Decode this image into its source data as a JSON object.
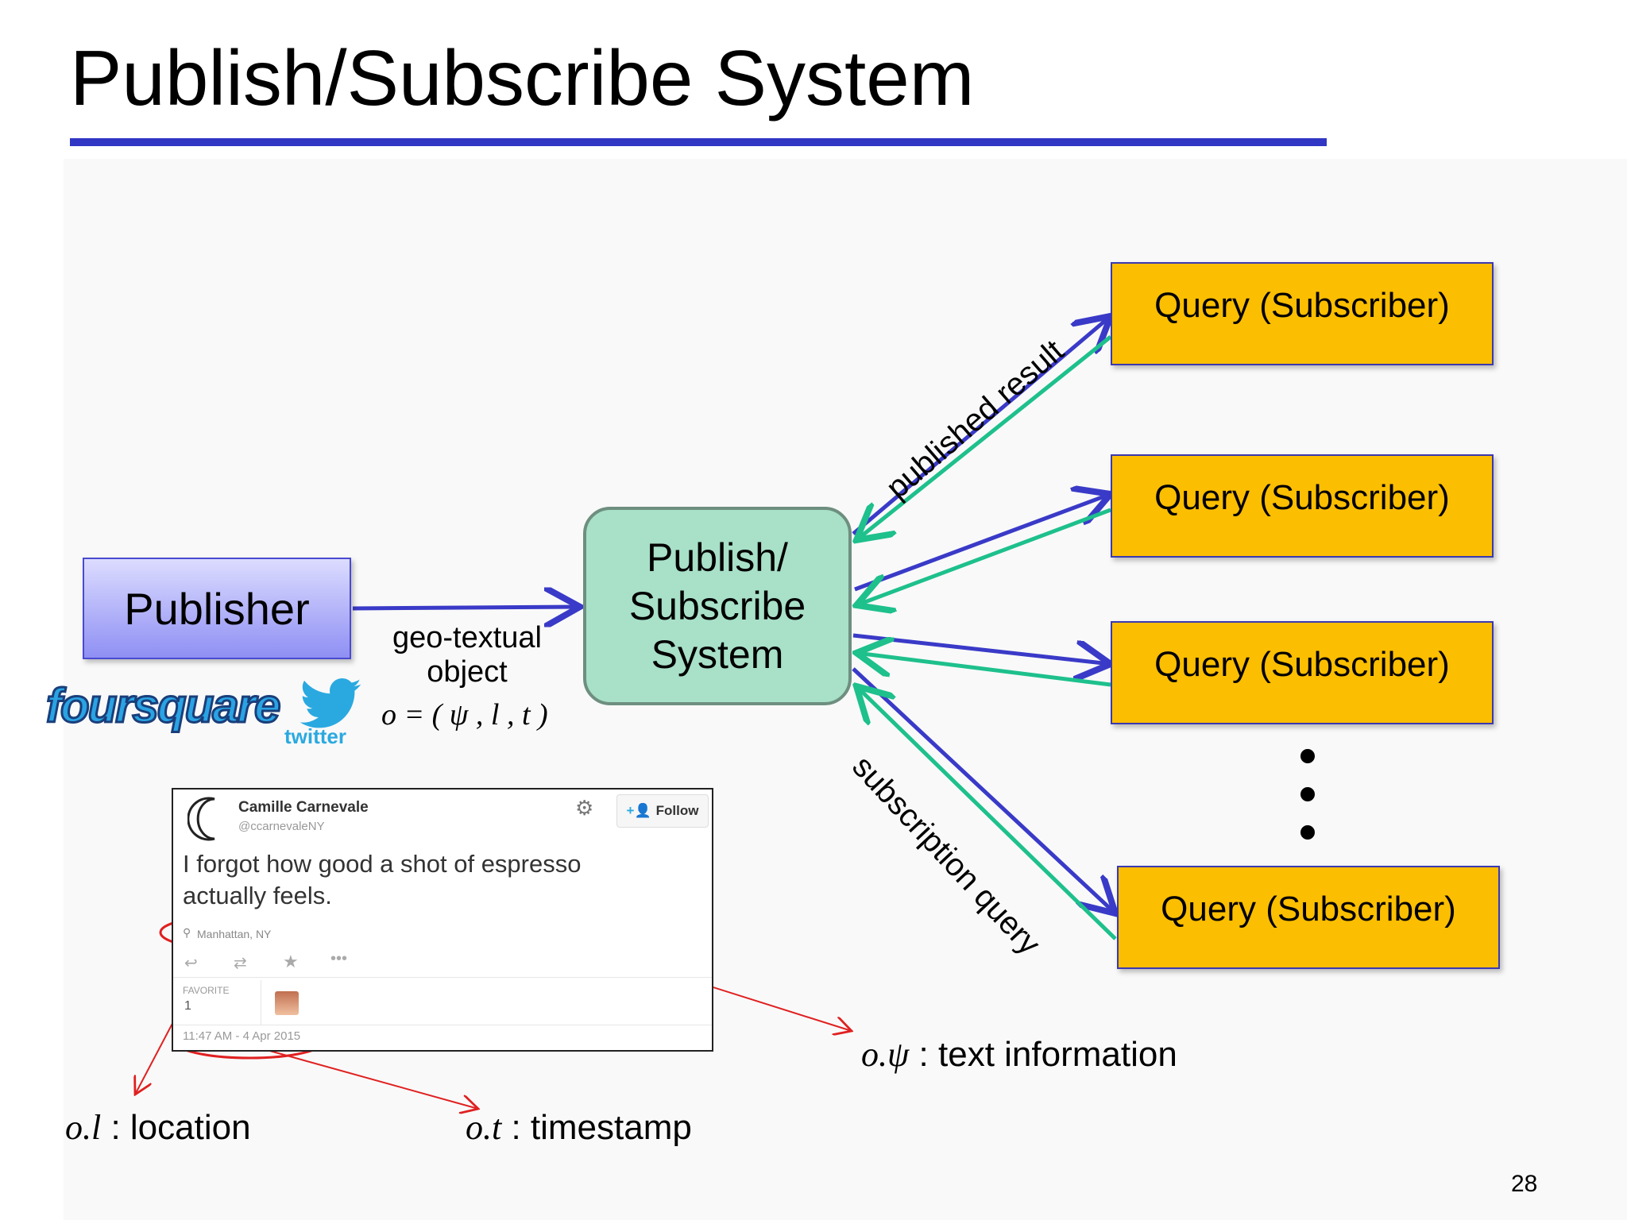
{
  "slide": {
    "title": "Publish/Subscribe System",
    "page_number": "28"
  },
  "nodes": {
    "publisher": "Publisher",
    "pubsub_line1": "Publish/",
    "pubsub_line2": "Subscribe",
    "pubsub_line3": "System",
    "subscribers": [
      "Query (Subscriber)",
      "Query (Subscriber)",
      "Query (Subscriber)",
      "Query (Subscriber)"
    ],
    "ellipsis": "•\n•\n•"
  },
  "edges": {
    "geo_line1": "geo-textual",
    "geo_line2": "object",
    "geo_formula": "o = ( ψ , l , t )",
    "published_result": "published result",
    "subscription_query": "subscription query"
  },
  "logos": {
    "foursquare": "foursquare",
    "twitter": "twitter"
  },
  "tweet": {
    "name": "Camille Carnevale",
    "handle": "@ccarnevaleNY",
    "follow_label": "Follow",
    "text_line1": "I forgot how good a shot of espresso",
    "text_line2": "actually feels.",
    "location": "Manhattan, NY",
    "favorite_label": "FAVORITE",
    "favorite_count": "1",
    "timestamp": "11:47 AM - 4 Apr 2015"
  },
  "annotations": {
    "location_sym": "o.l",
    "location_text": " : location",
    "timestamp_sym": "o.t",
    "timestamp_text": " : timestamp",
    "text_sym": "o.ψ",
    "text_text": " : text information"
  },
  "colors": {
    "title_rule": "#3136c4",
    "arrow_blue": "#3a3ac8",
    "arrow_green": "#1ec08c",
    "query_fill": "#fcbe00",
    "pubsub_fill": "#a8e0c8",
    "annotation_red": "#e02020"
  }
}
